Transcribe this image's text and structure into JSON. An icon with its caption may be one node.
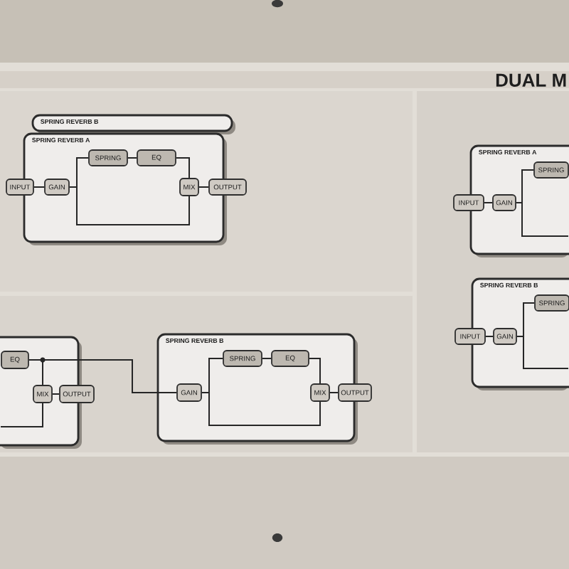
{
  "diagram": {
    "title": "DUAL M",
    "nodes": [
      {
        "text": [
          "SPRING REVERB B"
        ]
      },
      {
        "text": [
          "SPRING REVERB A"
        ]
      },
      {
        "text": [
          "INPUT"
        ]
      },
      {
        "text": [
          "GAIN"
        ],
        "in": 1
      },
      {
        "text": [
          "SPRING"
        ],
        "in": 1
      },
      {
        "text": [
          "EQ"
        ],
        "in": 1
      },
      {
        "text": [
          "MIX"
        ],
        "in": 1
      },
      {
        "text": [
          "OUTPUT"
        ]
      },
      {
        "text": [],
        "shape": "box"
      },
      {
        "text": [
          "EQ"
        ],
        "in": 8
      },
      {
        "text": [
          "MIX"
        ],
        "in": 8
      },
      {
        "text": [
          "OUTPUT"
        ]
      },
      {
        "text": [
          "SPRING REVERB B"
        ]
      },
      {
        "text": [
          "GAIN"
        ],
        "in": 12
      },
      {
        "text": [
          "SPRING"
        ],
        "in": 12
      },
      {
        "text": [
          "EQ"
        ],
        "in": 12
      },
      {
        "text": [
          "MIX"
        ],
        "in": 12
      },
      {
        "text": [
          "OUTPUT"
        ]
      },
      {
        "text": [
          "SPRING REVERB A"
        ]
      },
      {
        "text": [
          "INPUT"
        ]
      },
      {
        "text": [
          "GAIN"
        ],
        "in": 18
      },
      {
        "text": [
          "SPRING"
        ],
        "in": 18
      },
      {
        "text": [
          "SPRING REVERB B"
        ]
      },
      {
        "text": [
          "INPUT"
        ]
      },
      {
        "text": [
          "GAIN"
        ],
        "in": 22
      },
      {
        "text": [
          "SPRING"
        ],
        "in": 22
      }
    ],
    "edges": [
      {
        "from": 2,
        "to": 3,
        "arrow": "none"
      },
      {
        "from": 3,
        "to": 4,
        "arrow": "none"
      },
      {
        "from": 4,
        "to": 5,
        "arrow": "none"
      },
      {
        "from": 5,
        "to": 6,
        "arrow": "none"
      },
      {
        "from": 3,
        "to": 6,
        "arrow": "none"
      },
      {
        "from": 6,
        "to": 7,
        "arrow": "none"
      },
      {
        "from": 9,
        "to": 10,
        "arrow": "none"
      },
      {
        "from": 10,
        "to": 11,
        "arrow": "none"
      },
      {
        "from": 9,
        "to": 13,
        "arrow": "none"
      },
      {
        "from": null,
        "to": 10,
        "arrow": "none"
      },
      {
        "from": 13,
        "to": 14,
        "arrow": "none"
      },
      {
        "from": 14,
        "to": 15,
        "arrow": "none"
      },
      {
        "from": 15,
        "to": 16,
        "arrow": "none"
      },
      {
        "from": 13,
        "to": 16,
        "arrow": "none"
      },
      {
        "from": 16,
        "to": 17,
        "arrow": "none"
      },
      {
        "from": 19,
        "to": 20,
        "arrow": "none"
      },
      {
        "from": 20,
        "to": 21,
        "arrow": "none"
      },
      {
        "from": 20,
        "to": null,
        "arrow": "none"
      },
      {
        "from": 23,
        "to": 24,
        "arrow": "none"
      },
      {
        "from": 24,
        "to": 25,
        "arrow": "none"
      },
      {
        "from": 24,
        "to": null,
        "arrow": "none"
      }
    ]
  }
}
